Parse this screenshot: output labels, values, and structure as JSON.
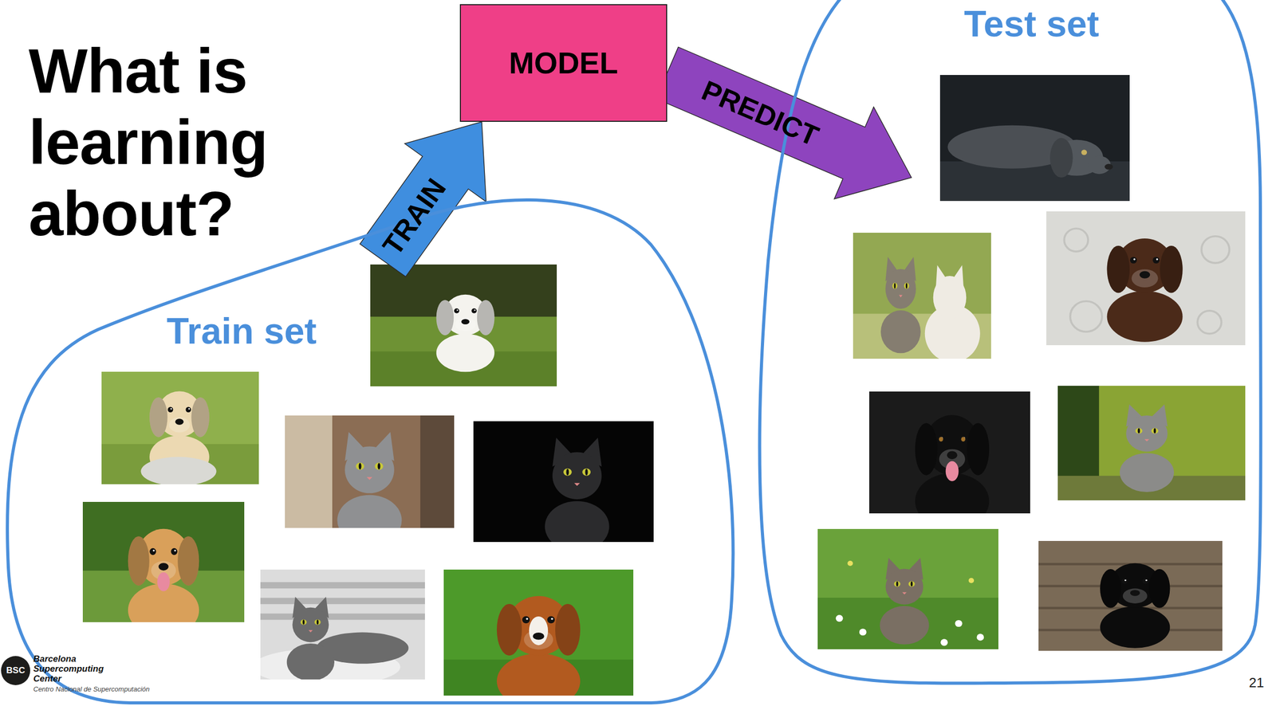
{
  "diagram": {
    "title": "What is learning about?",
    "nodes": [
      {
        "text": [
          "Train set"
        ]
      },
      {
        "text": [
          "MODEL"
        ]
      },
      {
        "text": [
          "Test set"
        ]
      }
    ],
    "edges": [
      {
        "from": 0,
        "to": 1,
        "arrow": "to",
        "label": "TRAIN"
      },
      {
        "from": 1,
        "to": 2,
        "arrow": "to",
        "label": "PREDICT"
      }
    ],
    "labels": [
      "BSC",
      "Barcelona Supercomputing Center",
      "Centro Nacional de Supercomputación",
      "21"
    ]
  }
}
